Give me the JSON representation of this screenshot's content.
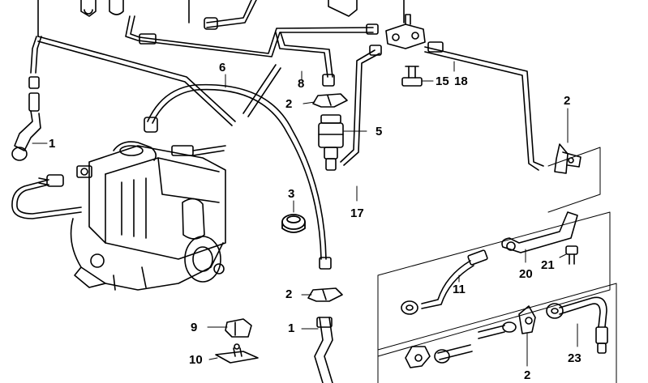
{
  "diagram": {
    "ink_color": "#000000",
    "background_color": "#ffffff",
    "components": [
      "pump-assembly",
      "fuel-filter",
      "brake-line",
      "pressure-hose",
      "tee-connector",
      "pipe-clamp",
      "rubber-grommet",
      "banjo-bolt",
      "retaining-clip",
      "bracket",
      "hose-fitting"
    ],
    "callouts": [
      {
        "id": "c1a",
        "label": "1"
      },
      {
        "id": "c1b",
        "label": "1"
      },
      {
        "id": "c2a",
        "label": "2"
      },
      {
        "id": "c2b",
        "label": "2"
      },
      {
        "id": "c2c",
        "label": "2"
      },
      {
        "id": "c2d",
        "label": "2"
      },
      {
        "id": "c3",
        "label": "3"
      },
      {
        "id": "c5",
        "label": "5"
      },
      {
        "id": "c6",
        "label": "6"
      },
      {
        "id": "c8",
        "label": "8"
      },
      {
        "id": "c9",
        "label": "9"
      },
      {
        "id": "c10",
        "label": "10"
      },
      {
        "id": "c11",
        "label": "11"
      },
      {
        "id": "c15",
        "label": "15"
      },
      {
        "id": "c17",
        "label": "17"
      },
      {
        "id": "c18",
        "label": "18"
      },
      {
        "id": "c20",
        "label": "20"
      },
      {
        "id": "c21",
        "label": "21"
      },
      {
        "id": "c23",
        "label": "23"
      }
    ]
  }
}
